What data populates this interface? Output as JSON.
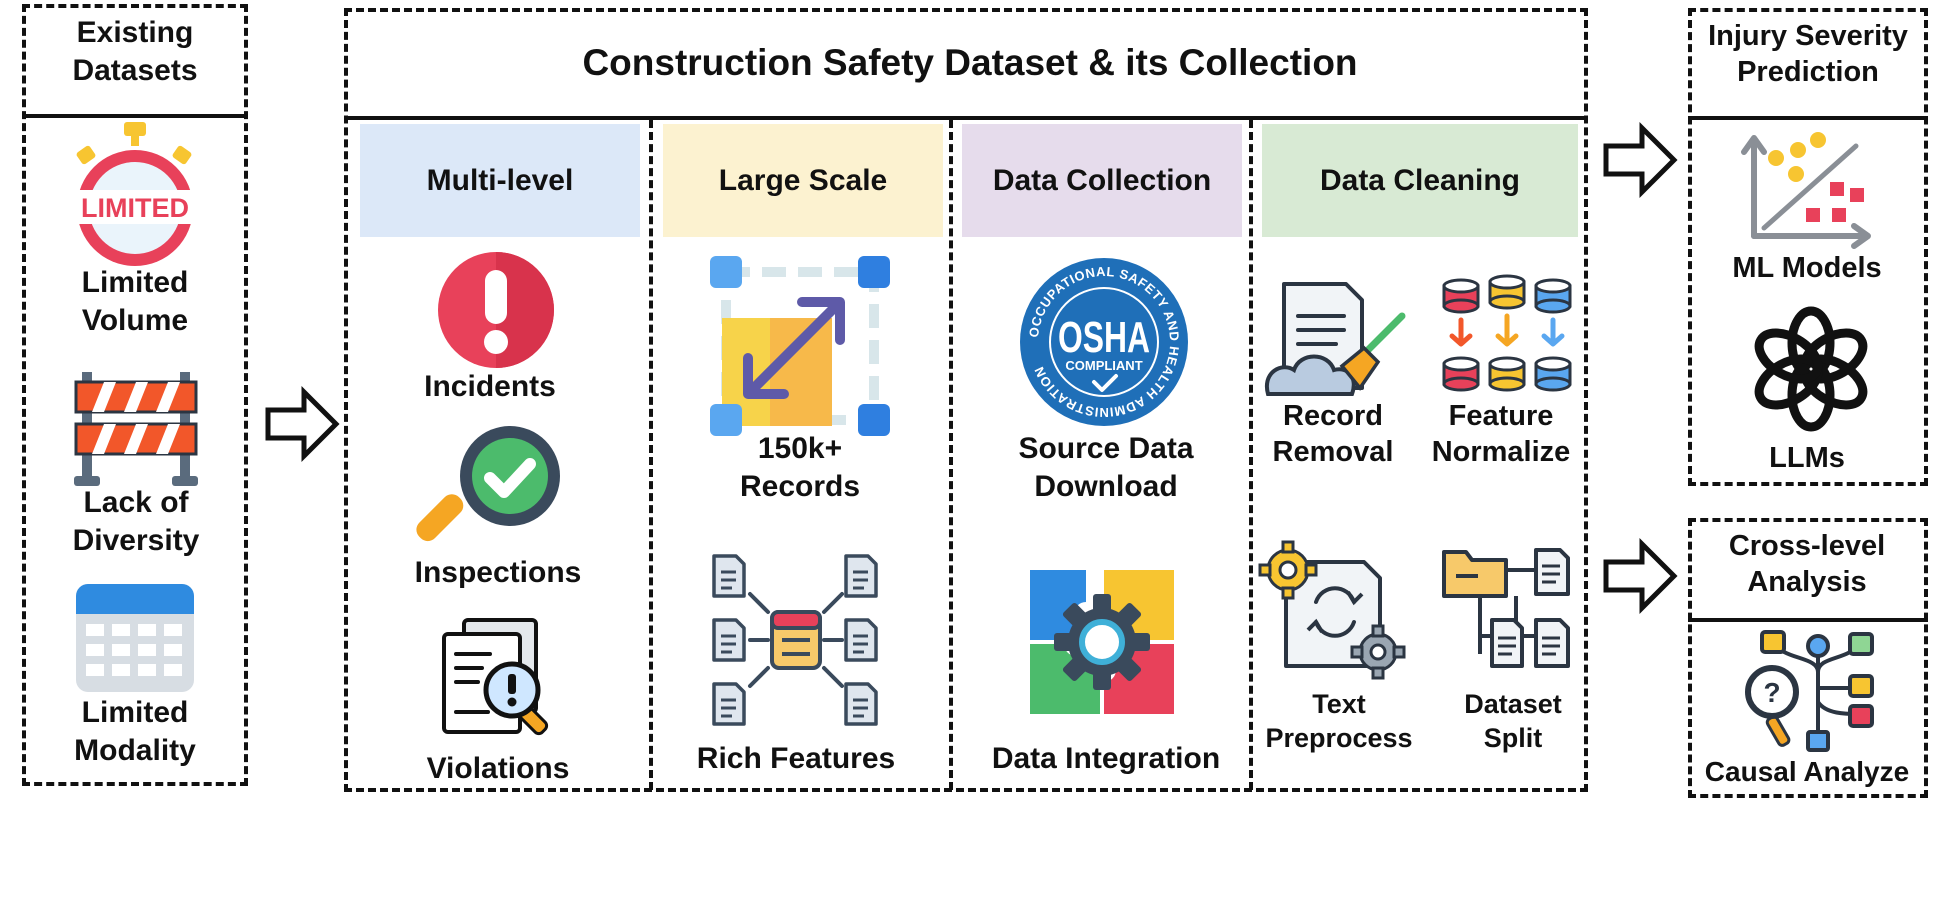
{
  "left": {
    "title": "Existing\nDatasets",
    "items": [
      {
        "label": "Limited\nVolume",
        "badge": "LIMITED"
      },
      {
        "label": "Lack of\nDiversity"
      },
      {
        "label": "Limited\nModality"
      }
    ]
  },
  "main": {
    "title": "Construction Safety Dataset & its Collection",
    "columns": [
      {
        "header": "Multi-level",
        "color": "#dce8f8",
        "items": [
          {
            "label": "Incidents"
          },
          {
            "label": "Inspections"
          },
          {
            "label": "Violations"
          }
        ]
      },
      {
        "header": "Large Scale",
        "color": "#fcf2d0",
        "items": [
          {
            "label": "150k+\nRecords"
          },
          {
            "label": "Rich Features"
          }
        ]
      },
      {
        "header": "Data Collection",
        "color": "#e6dcec",
        "items": [
          {
            "label": "Source Data\nDownload"
          },
          {
            "label": "Data Integration"
          }
        ],
        "osha": {
          "main": "OSHA",
          "sub": "COMPLIANT",
          "ring": "OCCUPATIONAL SAFETY AND HEALTH ADMINISTRATION"
        }
      },
      {
        "header": "Data Cleaning",
        "color": "#d8ead4",
        "items": [
          {
            "label": "Record\nRemoval"
          },
          {
            "label": "Feature\nNormalize"
          },
          {
            "label": "Text\nPreprocess"
          },
          {
            "label": "Dataset\nSplit"
          }
        ]
      }
    ]
  },
  "right": {
    "prediction": {
      "title": "Injury Severity\nPrediction",
      "items": [
        {
          "label": "ML Models"
        },
        {
          "label": "LLMs"
        }
      ]
    },
    "analysis": {
      "title": "Cross-level\nAnalysis",
      "items": [
        {
          "label": "Causal Analyze"
        }
      ]
    }
  },
  "colors": {
    "red": "#e8415a",
    "orange": "#f2572a",
    "yellow": "#f7c531",
    "blue": "#1f6fb8",
    "green": "#4cbb6c",
    "steel": "#5a6b7d"
  }
}
